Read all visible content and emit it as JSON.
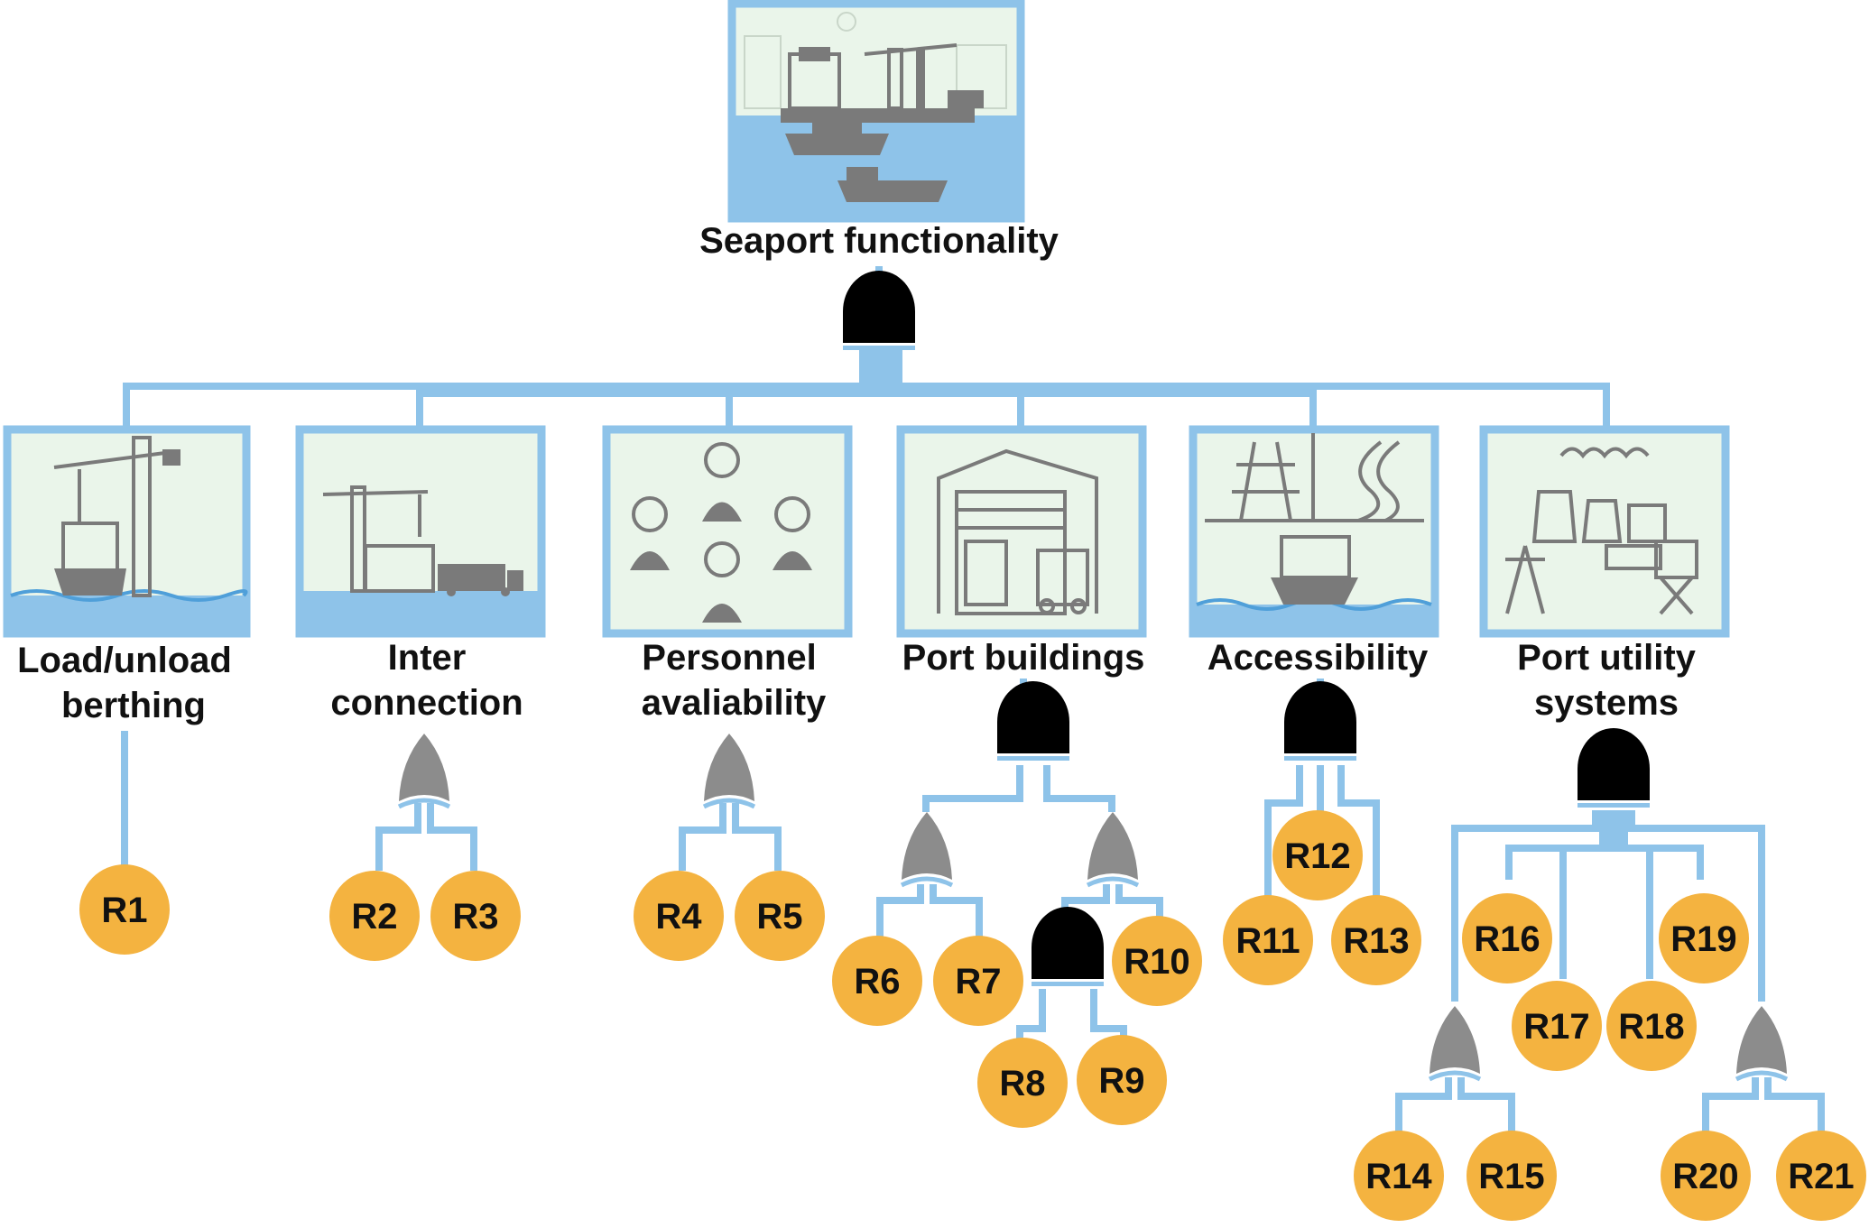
{
  "top": {
    "label": "Seaport functionality",
    "icon": "seaport-icon",
    "gate": "AND"
  },
  "categories": [
    {
      "id": "load",
      "lines": [
        "Load/unload",
        "berthing"
      ],
      "icon": "crane-ship-icon",
      "gate": ""
    },
    {
      "id": "inter",
      "lines": [
        "Inter",
        "connection"
      ],
      "icon": "crane-truck-icon",
      "gate": "OR"
    },
    {
      "id": "personnel",
      "lines": [
        "Personnel",
        "avaliability"
      ],
      "icon": "workers-icon",
      "gate": "OR"
    },
    {
      "id": "buildings",
      "lines": [
        "Port buildings"
      ],
      "icon": "warehouse-icon",
      "gate": "AND"
    },
    {
      "id": "access",
      "lines": [
        "Accessibility"
      ],
      "icon": "rail-road-ship-icon",
      "gate": "AND"
    },
    {
      "id": "utility",
      "lines": [
        "Port utility",
        "systems"
      ],
      "icon": "power-plant-icon",
      "gate": "AND"
    }
  ],
  "events": [
    "R1",
    "R2",
    "R3",
    "R4",
    "R5",
    "R6",
    "R7",
    "R8",
    "R9",
    "R10",
    "R11",
    "R12",
    "R13",
    "R14",
    "R15",
    "R16",
    "R17",
    "R18",
    "R19",
    "R20",
    "R21"
  ],
  "colors": {
    "wire": "#8ec3e9",
    "event": "#f4b340",
    "and_gate": "#000000",
    "or_gate": "#8c8c8c",
    "frame_fill": "#eaf5ea",
    "water": "#8ec3e9"
  }
}
